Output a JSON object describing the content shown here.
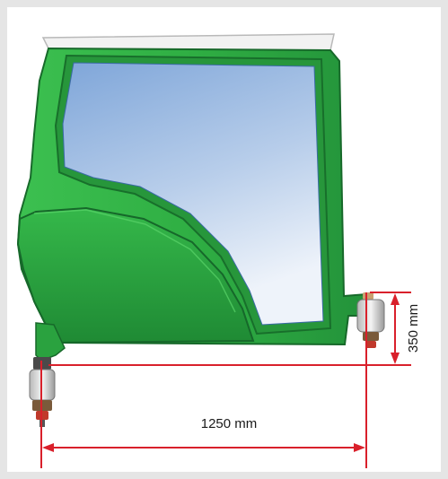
{
  "diagram": {
    "width_label": "1250 mm",
    "height_label": "350 mm"
  },
  "colors": {
    "background": "#e5e5e5",
    "cab_green": "#2fae43",
    "cab_green_dark": "#1b7c2c",
    "glass_top": "#7fa6d9",
    "glass_bottom": "#e6eef8",
    "roof": "#f2f2f2",
    "dimension_red": "#d9202b"
  },
  "icons": [
    "cab-diagram",
    "rear-mount-icon",
    "front-mount-icon"
  ]
}
